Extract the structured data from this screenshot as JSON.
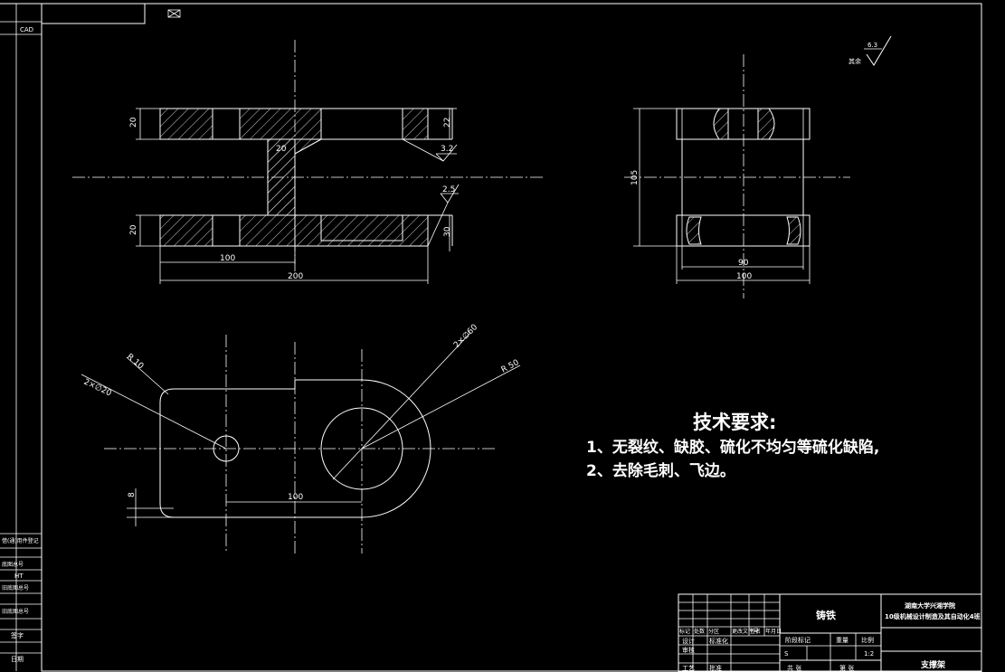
{
  "header": {
    "cad_label": "CAD"
  },
  "front_view_dims": {
    "top_flange_h": "20",
    "chamfer_top": "20",
    "right_top_h": "22",
    "bottom_flange_h": "20",
    "bottom_right_h": "30",
    "len_100": "100",
    "len_200": "200"
  },
  "roughness": {
    "r1": "3.2",
    "r2": "2.5",
    "corner_val": "6.3",
    "corner_label": "其余"
  },
  "side_view_dims": {
    "height": "105",
    "inner_w": "90",
    "outer_w": "100"
  },
  "plan_view_dims": {
    "r10": "R 10",
    "hole_small": "2×∅20",
    "hole_big": "2×∅60",
    "r50": "R 50",
    "len_100": "100",
    "offset_8": "8"
  },
  "requirements": {
    "title": "技术要求:",
    "lines": [
      "1、无裂纹、缺胶、硫化不均匀等硫化缺陷,",
      "2、去除毛刺、飞边。"
    ]
  },
  "left_strip": {
    "items": [
      "借(通)用件登记",
      "底图总号",
      "旧底图总号",
      "签字",
      "日期"
    ],
    "ht": "HT",
    "num": "旧底图总号"
  },
  "title_block": {
    "material": "铸铁",
    "school_line1": "湖南大学兴湘学院",
    "school_line2": "10级机械设计制造及其自动化4班",
    "part_name": "支撑架",
    "row_labels": [
      "标记",
      "处数",
      "分区",
      "更改文件号",
      "签名",
      "年月日"
    ],
    "design": "设计",
    "standard": "标准化",
    "check": "审核",
    "craft": "工艺",
    "approve": "批准",
    "stage": "阶段标记",
    "weight": "重量",
    "scale": "比例",
    "scale_val": "1:2",
    "stage_val": "S",
    "sheet_total": "共 张",
    "sheet_num": "第 张"
  }
}
